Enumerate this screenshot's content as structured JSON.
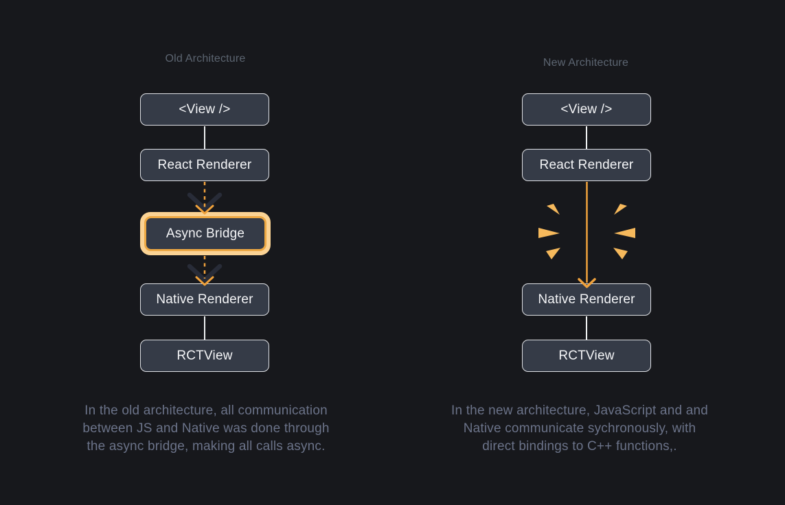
{
  "colors": {
    "background": "#17181c",
    "node_fill": "#353b47",
    "node_border": "#dfe1e5",
    "node_text": "#f4f5f7",
    "connector": "#eff1f3",
    "orange": "#f0a23c",
    "orange_light": "#f6b95c",
    "highlight_ring": "#fbd394",
    "highlight_border": "#eda843",
    "dark_chevron": "#282c38",
    "title_text": "#5c6571",
    "caption_text": "#6b7389"
  },
  "old": {
    "title": "Old Architecture",
    "nodes": [
      {
        "label": "<View />"
      },
      {
        "label": "React Renderer"
      },
      {
        "label": "Async Bridge",
        "highlighted": true
      },
      {
        "label": "Native Renderer"
      },
      {
        "label": "RCTView"
      }
    ],
    "caption_lines": [
      "In the old architecture, all communication",
      "between JS and Native was done through",
      "the async bridge, making all calls async."
    ]
  },
  "new": {
    "title": "New Architecture",
    "nodes": [
      {
        "label": "<View />"
      },
      {
        "label": "React Renderer"
      },
      {
        "label": "Native Renderer"
      },
      {
        "label": "RCTView"
      }
    ],
    "caption_lines": [
      "In the new architecture, JavaScript and and",
      "Native communicate sychronously, with",
      "direct bindings to C++ functions,."
    ]
  }
}
